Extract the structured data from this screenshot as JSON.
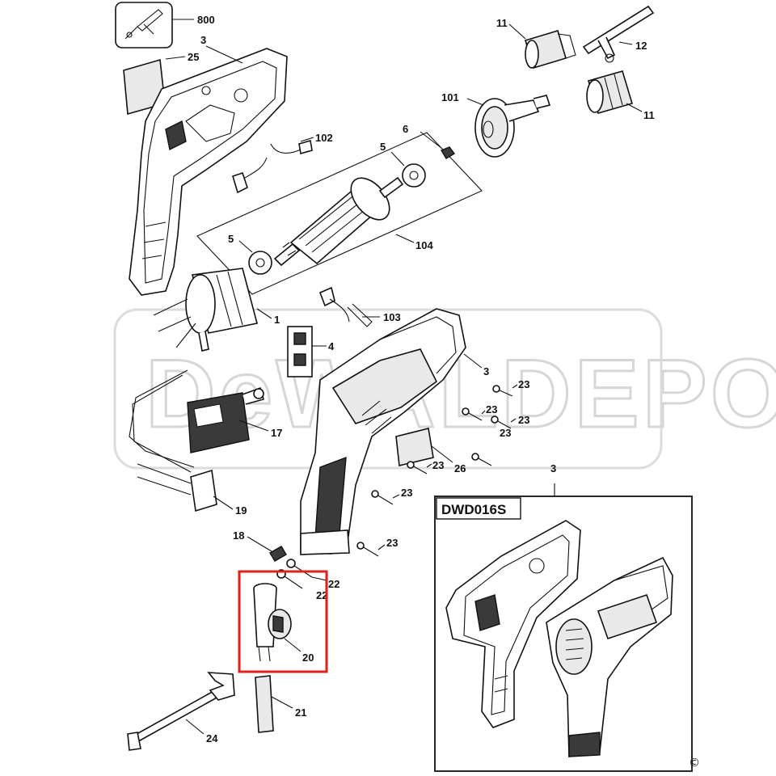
{
  "watermark": "DeWALDEPO",
  "inset_model_label": "DWD016S",
  "copyright_symbol": "©",
  "highlight_color": "#e0201b",
  "labels": {
    "l800": "800",
    "l25": "25",
    "l3_top": "3",
    "l11_a": "11",
    "l12": "12",
    "l101": "101",
    "l11_b": "11",
    "l6": "6",
    "l102": "102",
    "l5_a": "5",
    "l5_b": "5",
    "l104": "104",
    "l1": "1",
    "l103": "103",
    "l4": "4",
    "l3_mid": "3",
    "l23_a": "23",
    "l23_b": "23",
    "l23_c": "23",
    "l23_d": "23",
    "l23_e": "23",
    "l23_f": "23",
    "l23_g": "23",
    "l17": "17",
    "l26": "26",
    "l19": "19",
    "l3_inset": "3",
    "l18": "18",
    "l22_a": "22",
    "l22_b": "22",
    "l20": "20",
    "l21": "21",
    "l24": "24"
  }
}
